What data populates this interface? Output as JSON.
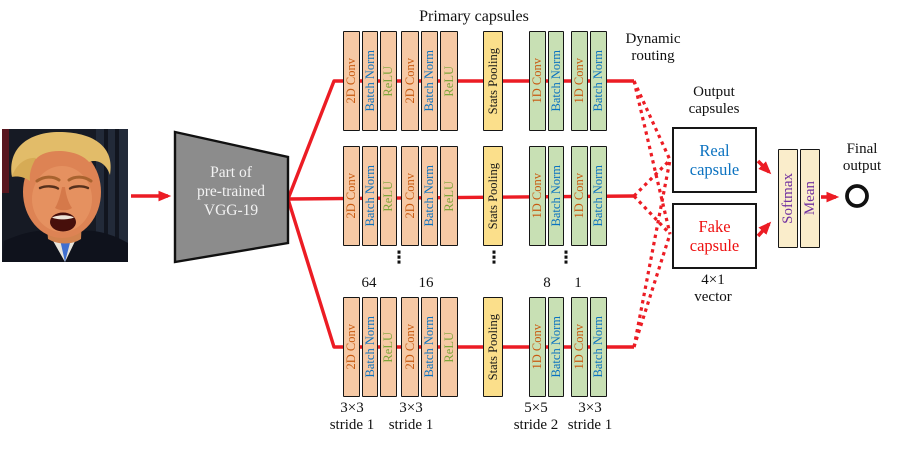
{
  "headings": {
    "primary_capsules": "Primary capsules",
    "dynamic_routing": {
      "line1": "Dynamic",
      "line2": "routing"
    },
    "output_capsules": {
      "line1": "Output",
      "line2": "capsules"
    }
  },
  "vgg": {
    "line1": "Part of",
    "line2": "pre-trained",
    "line3": "VGG-19"
  },
  "layers": {
    "conv2d": "2D Conv",
    "batch_norm": "Batch Norm",
    "relu": "ReLU",
    "stats_pooling": "Stats Pooling",
    "conv1d": "1D Conv"
  },
  "capsules": {
    "real": {
      "line1": "Real",
      "line2": "capsule"
    },
    "fake": {
      "line1": "Fake",
      "line2": "capsule"
    }
  },
  "classifier": {
    "softmax": "Softmax",
    "mean": "Mean"
  },
  "final_output": {
    "line1": "Final",
    "line2": "output"
  },
  "vector_label": {
    "line1": "4×1",
    "line2": "vector"
  },
  "filter_counts": {
    "c64": "64",
    "c16": "16",
    "c8": "8",
    "c1": "1"
  },
  "kernel_labels": {
    "g1": {
      "kernel": "3×3",
      "stride": "stride 1"
    },
    "g2": {
      "kernel": "3×3",
      "stride": "stride 1"
    },
    "g3": {
      "kernel": "5×5",
      "stride": "stride 2"
    },
    "g4": {
      "kernel": "3×3",
      "stride": "stride 1"
    }
  },
  "ellipsis": "⋮",
  "graphics": {
    "input_photo": "face-photo",
    "vgg_block": "trapezoid",
    "final_output_node": "circle"
  },
  "colors": {
    "accent_red": "#EC1C24",
    "conv_text": "#C85A10",
    "batch_norm_text": "#0B72C0",
    "relu_text": "#7FA63B",
    "stats_text": "#161616",
    "softmax_mean_text": "#7030A0",
    "real_capsule_text": "#0B72C0",
    "fake_capsule_text": "#EE1111",
    "conv_block_fill": "#F6C9A5",
    "capsule_block_fill": "#C8E0B4",
    "stats_pooling_fill": "#FBDF8B",
    "softmax_mean_fill": "#FAEDCB",
    "vgg_fill": "#8C8C8C"
  }
}
